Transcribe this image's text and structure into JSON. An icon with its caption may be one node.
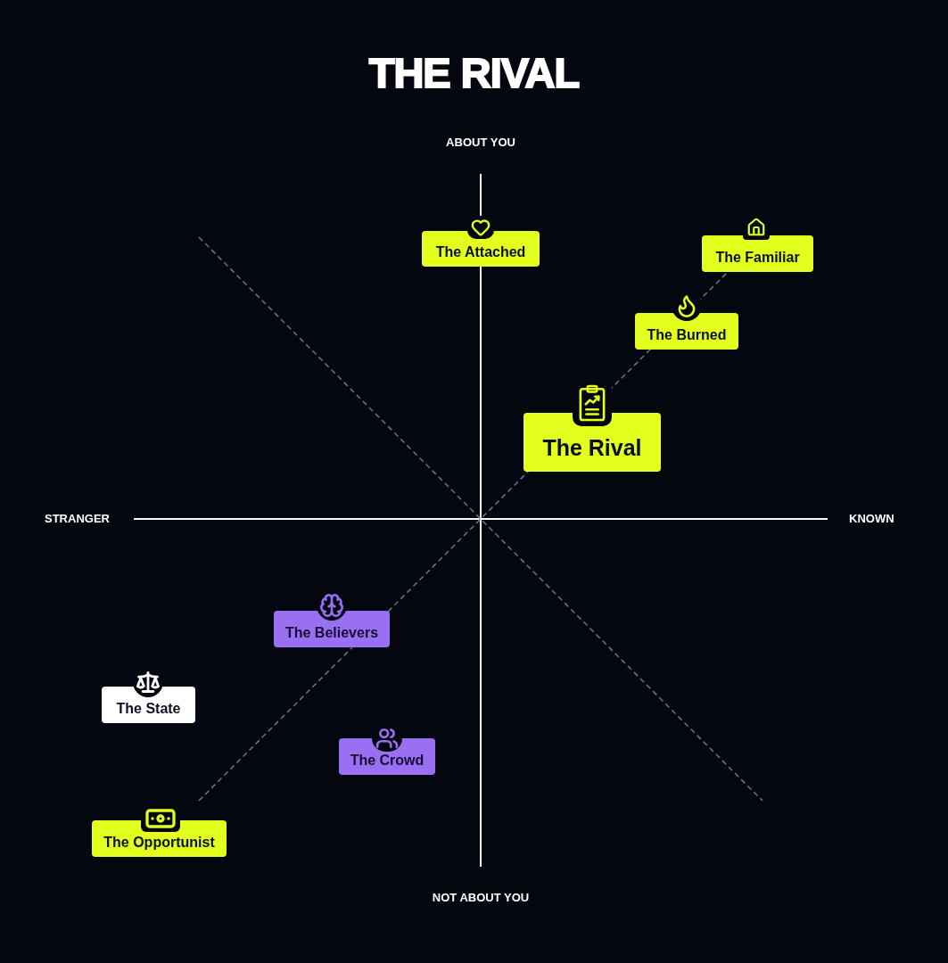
{
  "diagram": {
    "title": "THE RIVAL",
    "nodes": [
      {
        "text": [
          "The Attached"
        ]
      },
      {
        "text": [
          "The Familiar"
        ]
      },
      {
        "text": [
          "The Burned"
        ]
      },
      {
        "text": [
          "The Rival"
        ]
      },
      {
        "text": [
          "The Believers"
        ]
      },
      {
        "text": [
          "The State"
        ]
      },
      {
        "text": [
          "The Crowd"
        ]
      },
      {
        "text": [
          "The Opportunist"
        ]
      }
    ],
    "labels": [
      "ABOUT YOU",
      "STRANGER",
      "KNOWN",
      "NOT ABOUT YOU"
    ]
  }
}
